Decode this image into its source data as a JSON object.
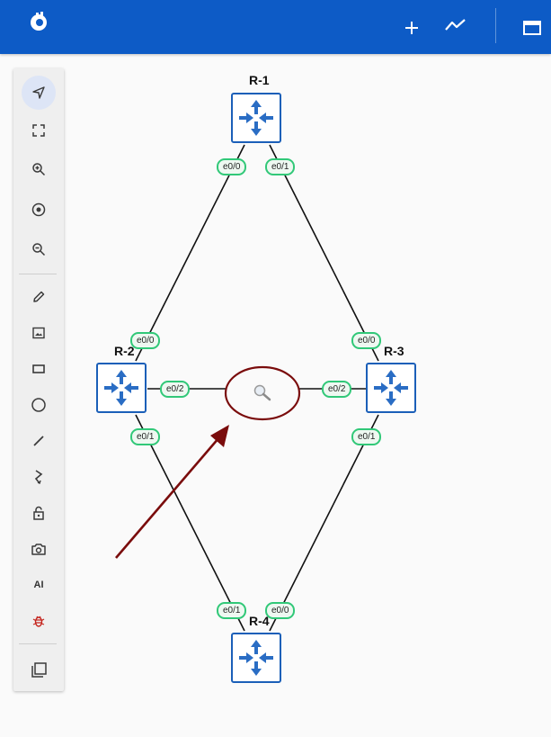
{
  "topbar": {
    "buttons": [
      {
        "name": "add-icon"
      },
      {
        "name": "activity-graph-icon"
      },
      {
        "name": "window-icon"
      }
    ],
    "color": "#0d5bc6"
  },
  "toolbar": {
    "ai_label": "AI",
    "items": [
      "select-pointer-icon",
      "fit-to-screen-icon",
      "zoom-in-icon",
      "center-icon",
      "zoom-out-icon",
      "pencil-icon",
      "image-icon",
      "rectangle-icon",
      "ellipse-icon",
      "line-icon",
      "connector-icon",
      "lock-icon",
      "camera-icon",
      "ai-icon",
      "bug-icon",
      "copy-icon"
    ]
  },
  "topology": {
    "nodes": [
      {
        "id": "R-1",
        "label": "R-1"
      },
      {
        "id": "R-2",
        "label": "R-2"
      },
      {
        "id": "R-3",
        "label": "R-3"
      },
      {
        "id": "R-4",
        "label": "R-4"
      }
    ],
    "interfaces": {
      "r1_e00": "e0/0",
      "r1_e01": "e0/1",
      "r2_e00": "e0/0",
      "r2_e02": "e0/2",
      "r2_e01": "e0/1",
      "r3_e00": "e0/0",
      "r3_e02": "e0/2",
      "r3_e01": "e0/1",
      "r4_e01": "e0/1",
      "r4_e00": "e0/0"
    },
    "links": [
      {
        "from": "R-1 e0/0",
        "to": "R-2 e0/0"
      },
      {
        "from": "R-1 e0/1",
        "to": "R-3 e0/0"
      },
      {
        "from": "R-2 e0/2",
        "to": "R-3 e0/2"
      },
      {
        "from": "R-2 e0/1",
        "to": "R-4 e0/1"
      },
      {
        "from": "R-3 e0/1",
        "to": "R-4 e0/0"
      }
    ]
  },
  "colors": {
    "router_border": "#1b5fb8",
    "router_icon": "#2a6dc4",
    "interface_border": "#31c878",
    "annotation": "#7a0c0c"
  }
}
